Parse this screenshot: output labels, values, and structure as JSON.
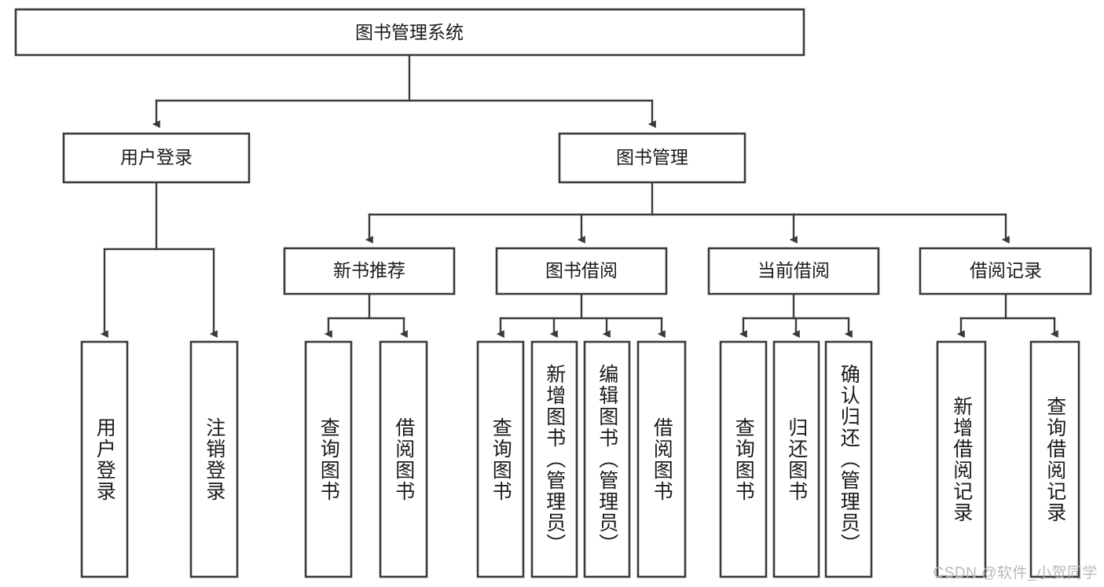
{
  "diagram": {
    "title": "图书管理系统",
    "type": "tree-hierarchy",
    "root": {
      "label": "图书管理系统"
    },
    "level2": [
      {
        "label": "用户登录"
      },
      {
        "label": "图书管理"
      }
    ],
    "level3": [
      {
        "label": "新书推荐"
      },
      {
        "label": "图书借阅"
      },
      {
        "label": "当前借阅"
      },
      {
        "label": "借阅记录"
      }
    ],
    "leaves": {
      "user_login": [
        {
          "label": "用户登录"
        },
        {
          "label": "注销登录"
        }
      ],
      "new_book_recommend": [
        {
          "label": "查询图书"
        },
        {
          "label": "借阅图书"
        }
      ],
      "book_borrow": [
        {
          "label": "查询图书"
        },
        {
          "label": "新增图书（管理员）"
        },
        {
          "label": "编辑图书（管理员）"
        },
        {
          "label": "借阅图书"
        }
      ],
      "current_borrow": [
        {
          "label": "查询图书"
        },
        {
          "label": "归还图书"
        },
        {
          "label": "确认归还（管理员）"
        }
      ],
      "borrow_record": [
        {
          "label": "新增借阅记录"
        },
        {
          "label": "查询借阅记录"
        }
      ]
    },
    "colors": {
      "stroke": "#3a3a3a",
      "fill": "#ffffff",
      "text": "#1a1a1a",
      "watermark": "#b9b9b9"
    }
  },
  "watermark": {
    "text": "CSDN @软件_小贺同学"
  }
}
